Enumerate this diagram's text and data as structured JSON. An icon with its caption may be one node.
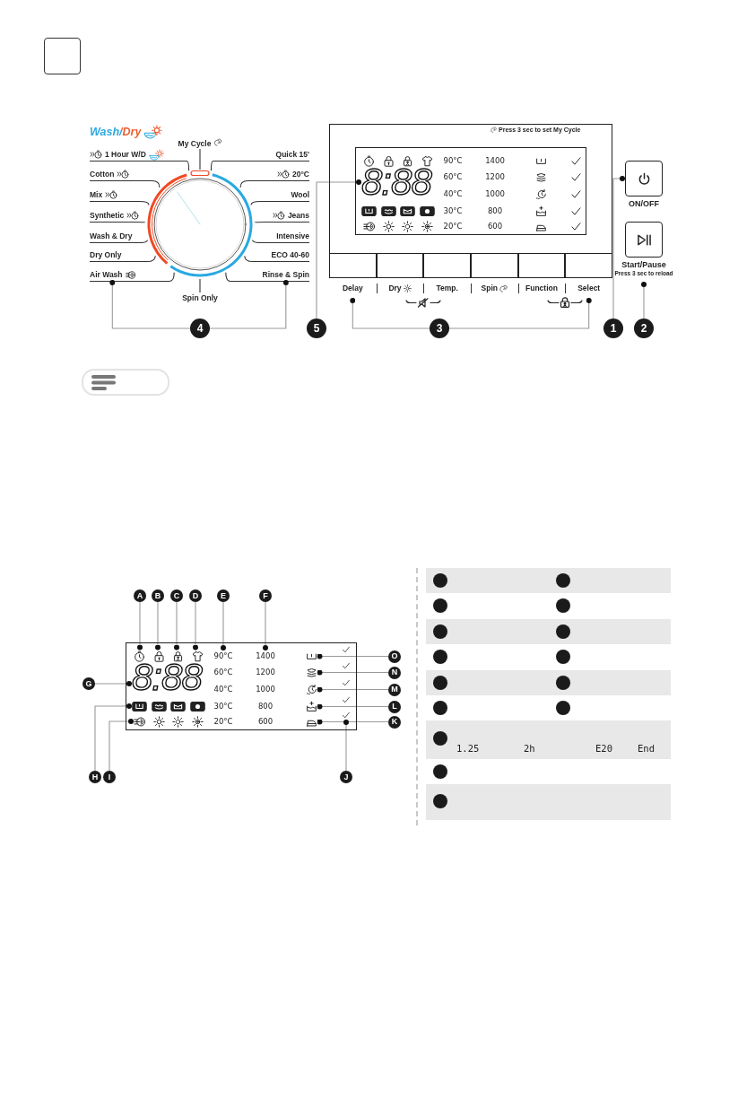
{
  "diagram": {
    "nodes": [
      {
        "text": [
          "My Cycle"
        ]
      },
      {
        "text": [
          "1 Hour W/D"
        ]
      },
      {
        "text": [
          "Cotton"
        ]
      },
      {
        "text": [
          "Mix"
        ]
      },
      {
        "text": [
          "Synthetic"
        ]
      },
      {
        "text": [
          "Wash & Dry"
        ]
      },
      {
        "text": [
          "Dry Only"
        ]
      },
      {
        "text": [
          "Air Wash"
        ]
      },
      {
        "text": [
          "Quick 15'"
        ]
      },
      {
        "text": [
          "20°C"
        ]
      },
      {
        "text": [
          "Wool"
        ]
      },
      {
        "text": [
          "Jeans"
        ]
      },
      {
        "text": [
          "Intensive"
        ]
      },
      {
        "text": [
          "ECO 40-60"
        ]
      },
      {
        "text": [
          "Rinse & Spin"
        ]
      },
      {
        "text": [
          "Spin Only"
        ]
      },
      {
        "text": [],
        "shape": "circle"
      },
      {
        "text": [
          "Press 3 sec to set My Cycle"
        ]
      },
      {
        "text": [
          "90°C",
          "1400",
          "60°C",
          "1200",
          "40°C",
          "1000",
          "30°C",
          "800",
          "20°C",
          "600"
        ],
        "in": 17
      },
      {
        "text": [
          "8:88"
        ],
        "in": 18
      },
      {
        "text": [
          "Delay"
        ],
        "in": 17
      },
      {
        "text": [
          "Dry"
        ],
        "in": 17
      },
      {
        "text": [
          "Temp."
        ],
        "in": 17
      },
      {
        "text": [
          "Spin"
        ],
        "in": 17
      },
      {
        "text": [
          "Function"
        ],
        "in": 17
      },
      {
        "text": [
          "Select"
        ],
        "in": 17
      },
      {
        "text": [
          "ON/OFF"
        ]
      },
      {
        "text": [
          "Start/Pause",
          "Press 3 sec to reload"
        ]
      },
      {
        "text": [
          "4"
        ]
      },
      {
        "text": [
          "5"
        ]
      },
      {
        "text": [
          "3"
        ]
      },
      {
        "text": [
          "1"
        ]
      },
      {
        "text": [
          "2"
        ]
      },
      {
        "text": [
          "A"
        ]
      },
      {
        "text": [
          "B"
        ]
      },
      {
        "text": [
          "C"
        ]
      },
      {
        "text": [
          "D"
        ]
      },
      {
        "text": [
          "E"
        ]
      },
      {
        "text": [
          "F"
        ]
      },
      {
        "text": [
          "60°C",
          "1200",
          "40°C",
          "1000",
          "30°C",
          "800",
          "20°C",
          "600"
        ]
      },
      {
        "text": [],
        "shape": "picture",
        "in": 39
      },
      {
        "text": [],
        "shape": "picture",
        "in": 39
      },
      {
        "text": [],
        "shape": "picture",
        "in": 39
      },
      {
        "text": [],
        "shape": "picture",
        "in": 39
      },
      {
        "text": [
          "90°C"
        ],
        "in": 39
      },
      {
        "text": [
          "1400"
        ],
        "in": 39
      },
      {
        "text": [],
        "shape": "picture",
        "in": 39
      },
      {
        "text": [
          "8:88"
        ],
        "in": 39
      },
      {
        "text": [],
        "shape": "picture",
        "in": 39
      },
      {
        "text": [],
        "shape": "picture",
        "in": 39
      },
      {
        "text": [],
        "shape": "picture",
        "in": 39
      },
      {
        "text": [],
        "shape": "picture",
        "in": 39
      },
      {
        "text": [],
        "shape": "picture",
        "in": 39
      },
      {
        "text": [],
        "shape": "picture",
        "in": 39
      },
      {
        "text": [],
        "shape": "picture",
        "in": 39
      },
      {
        "text": [
          "G"
        ]
      },
      {
        "text": [
          "O"
        ]
      },
      {
        "text": [
          "N"
        ]
      },
      {
        "text": [
          "M"
        ]
      },
      {
        "text": [
          "L"
        ]
      },
      {
        "text": [
          "K"
        ]
      },
      {
        "text": [
          "H"
        ]
      },
      {
        "text": [
          "I"
        ]
      },
      {
        "text": [
          "J"
        ]
      }
    ],
    "edges": [
      {
        "from": 0,
        "to": 16,
        "arrow": "none",
        "color": "#333333"
      },
      {
        "from": 1,
        "to": 16,
        "arrow": "none",
        "color": "#333333"
      },
      {
        "from": 2,
        "to": 16,
        "arrow": "none",
        "color": "#333333"
      },
      {
        "from": 3,
        "to": 16,
        "arrow": "none",
        "color": "#333333"
      },
      {
        "from": 4,
        "to": 16,
        "arrow": "none",
        "color": "#333333"
      },
      {
        "from": 5,
        "to": 16,
        "arrow": "none",
        "color": "#333333"
      },
      {
        "from": 6,
        "to": 16,
        "arrow": "none",
        "color": "#333333"
      },
      {
        "from": 7,
        "to": 16,
        "arrow": "none",
        "color": "#333333"
      },
      {
        "from": 8,
        "to": 16,
        "arrow": "none",
        "color": "#333333"
      },
      {
        "from": 9,
        "to": 16,
        "arrow": "none",
        "color": "#333333"
      },
      {
        "from": 10,
        "to": 16,
        "arrow": "none",
        "color": "#333333"
      },
      {
        "from": 11,
        "to": 16,
        "arrow": "none",
        "color": "#333333"
      },
      {
        "from": 12,
        "to": 16,
        "arrow": "none",
        "color": "#333333"
      },
      {
        "from": 13,
        "to": 16,
        "arrow": "none",
        "color": "#333333"
      },
      {
        "from": 14,
        "to": 16,
        "arrow": "none",
        "color": "#333333"
      },
      {
        "from": 15,
        "to": 16,
        "arrow": "none",
        "color": "#333333"
      },
      {
        "from": 28,
        "to": 7,
        "arrow": "other"
      },
      {
        "from": 28,
        "to": 14,
        "arrow": "other"
      },
      {
        "from": 29,
        "to": 19,
        "arrow": "other"
      },
      {
        "from": 30,
        "to": 20,
        "arrow": "other"
      },
      {
        "from": 30,
        "to": 25,
        "arrow": "other"
      },
      {
        "from": 31,
        "to": 26,
        "arrow": "other"
      },
      {
        "from": 32,
        "to": 27,
        "arrow": "other"
      },
      {
        "from": 33,
        "to": 40,
        "arrow": "other"
      },
      {
        "from": 34,
        "to": 41,
        "arrow": "other"
      },
      {
        "from": 35,
        "to": 42,
        "arrow": "other"
      },
      {
        "from": 36,
        "to": 43,
        "arrow": "other"
      },
      {
        "from": 37,
        "to": 44,
        "arrow": "other"
      },
      {
        "from": 38,
        "to": 45,
        "arrow": "other"
      },
      {
        "from": 55,
        "to": 47,
        "arrow": "other"
      },
      {
        "from": 56,
        "to": 46,
        "arrow": "other"
      },
      {
        "from": 57,
        "to": 48,
        "arrow": "other"
      },
      {
        "from": 58,
        "to": 49,
        "arrow": "other"
      },
      {
        "from": 59,
        "to": 51,
        "arrow": "other"
      },
      {
        "from": 60,
        "to": 53,
        "arrow": "other"
      },
      {
        "from": 61,
        "to": 50,
        "arrow": "other"
      },
      {
        "from": 62,
        "to": 52,
        "arrow": "other"
      },
      {
        "from": 63,
        "to": 54,
        "arrow": "other"
      }
    ],
    "labels": [
      "Wash/Dry",
      "1.25",
      "2h",
      "E20",
      "End"
    ]
  }
}
